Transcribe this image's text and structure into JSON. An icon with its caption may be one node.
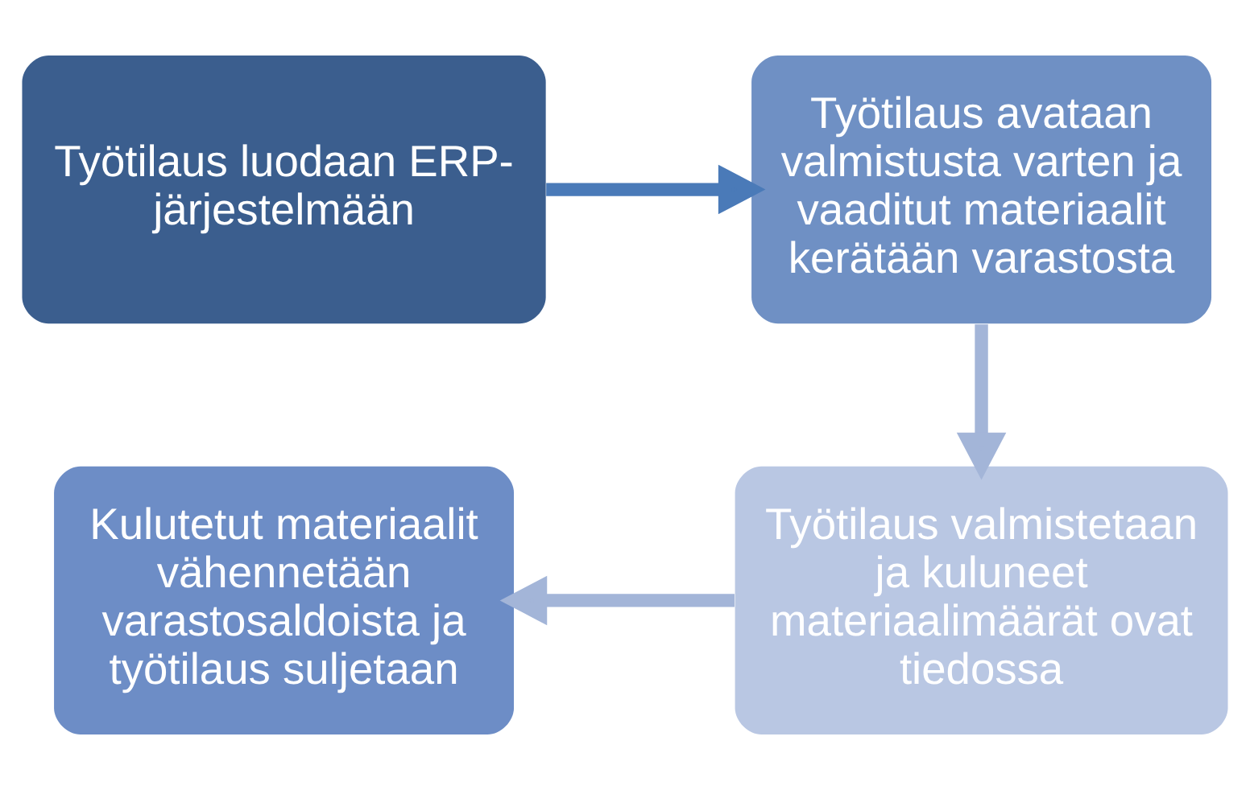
{
  "diagram": {
    "nodes": [
      {
        "text": [
          "Työtilaus luodaan ERP-järjestelmään"
        ]
      },
      {
        "text": [
          "Työtilaus avataan valmistusta varten ja vaaditut materiaalit kerätään varastosta"
        ]
      },
      {
        "text": [
          "Työtilaus valmistetaan ja kuluneet materiaalimäärät ovat tiedossa"
        ]
      },
      {
        "text": [
          "Kulutetut materiaalit vähennetään varastosaldoista ja työtilaus suljetaan"
        ]
      }
    ],
    "edges": [
      {
        "from": 0,
        "to": 1,
        "arrow": "to",
        "color": "#4a7ab8"
      },
      {
        "from": 1,
        "to": 2,
        "arrow": "to"
      },
      {
        "from": 2,
        "to": 3,
        "arrow": "to"
      }
    ]
  }
}
